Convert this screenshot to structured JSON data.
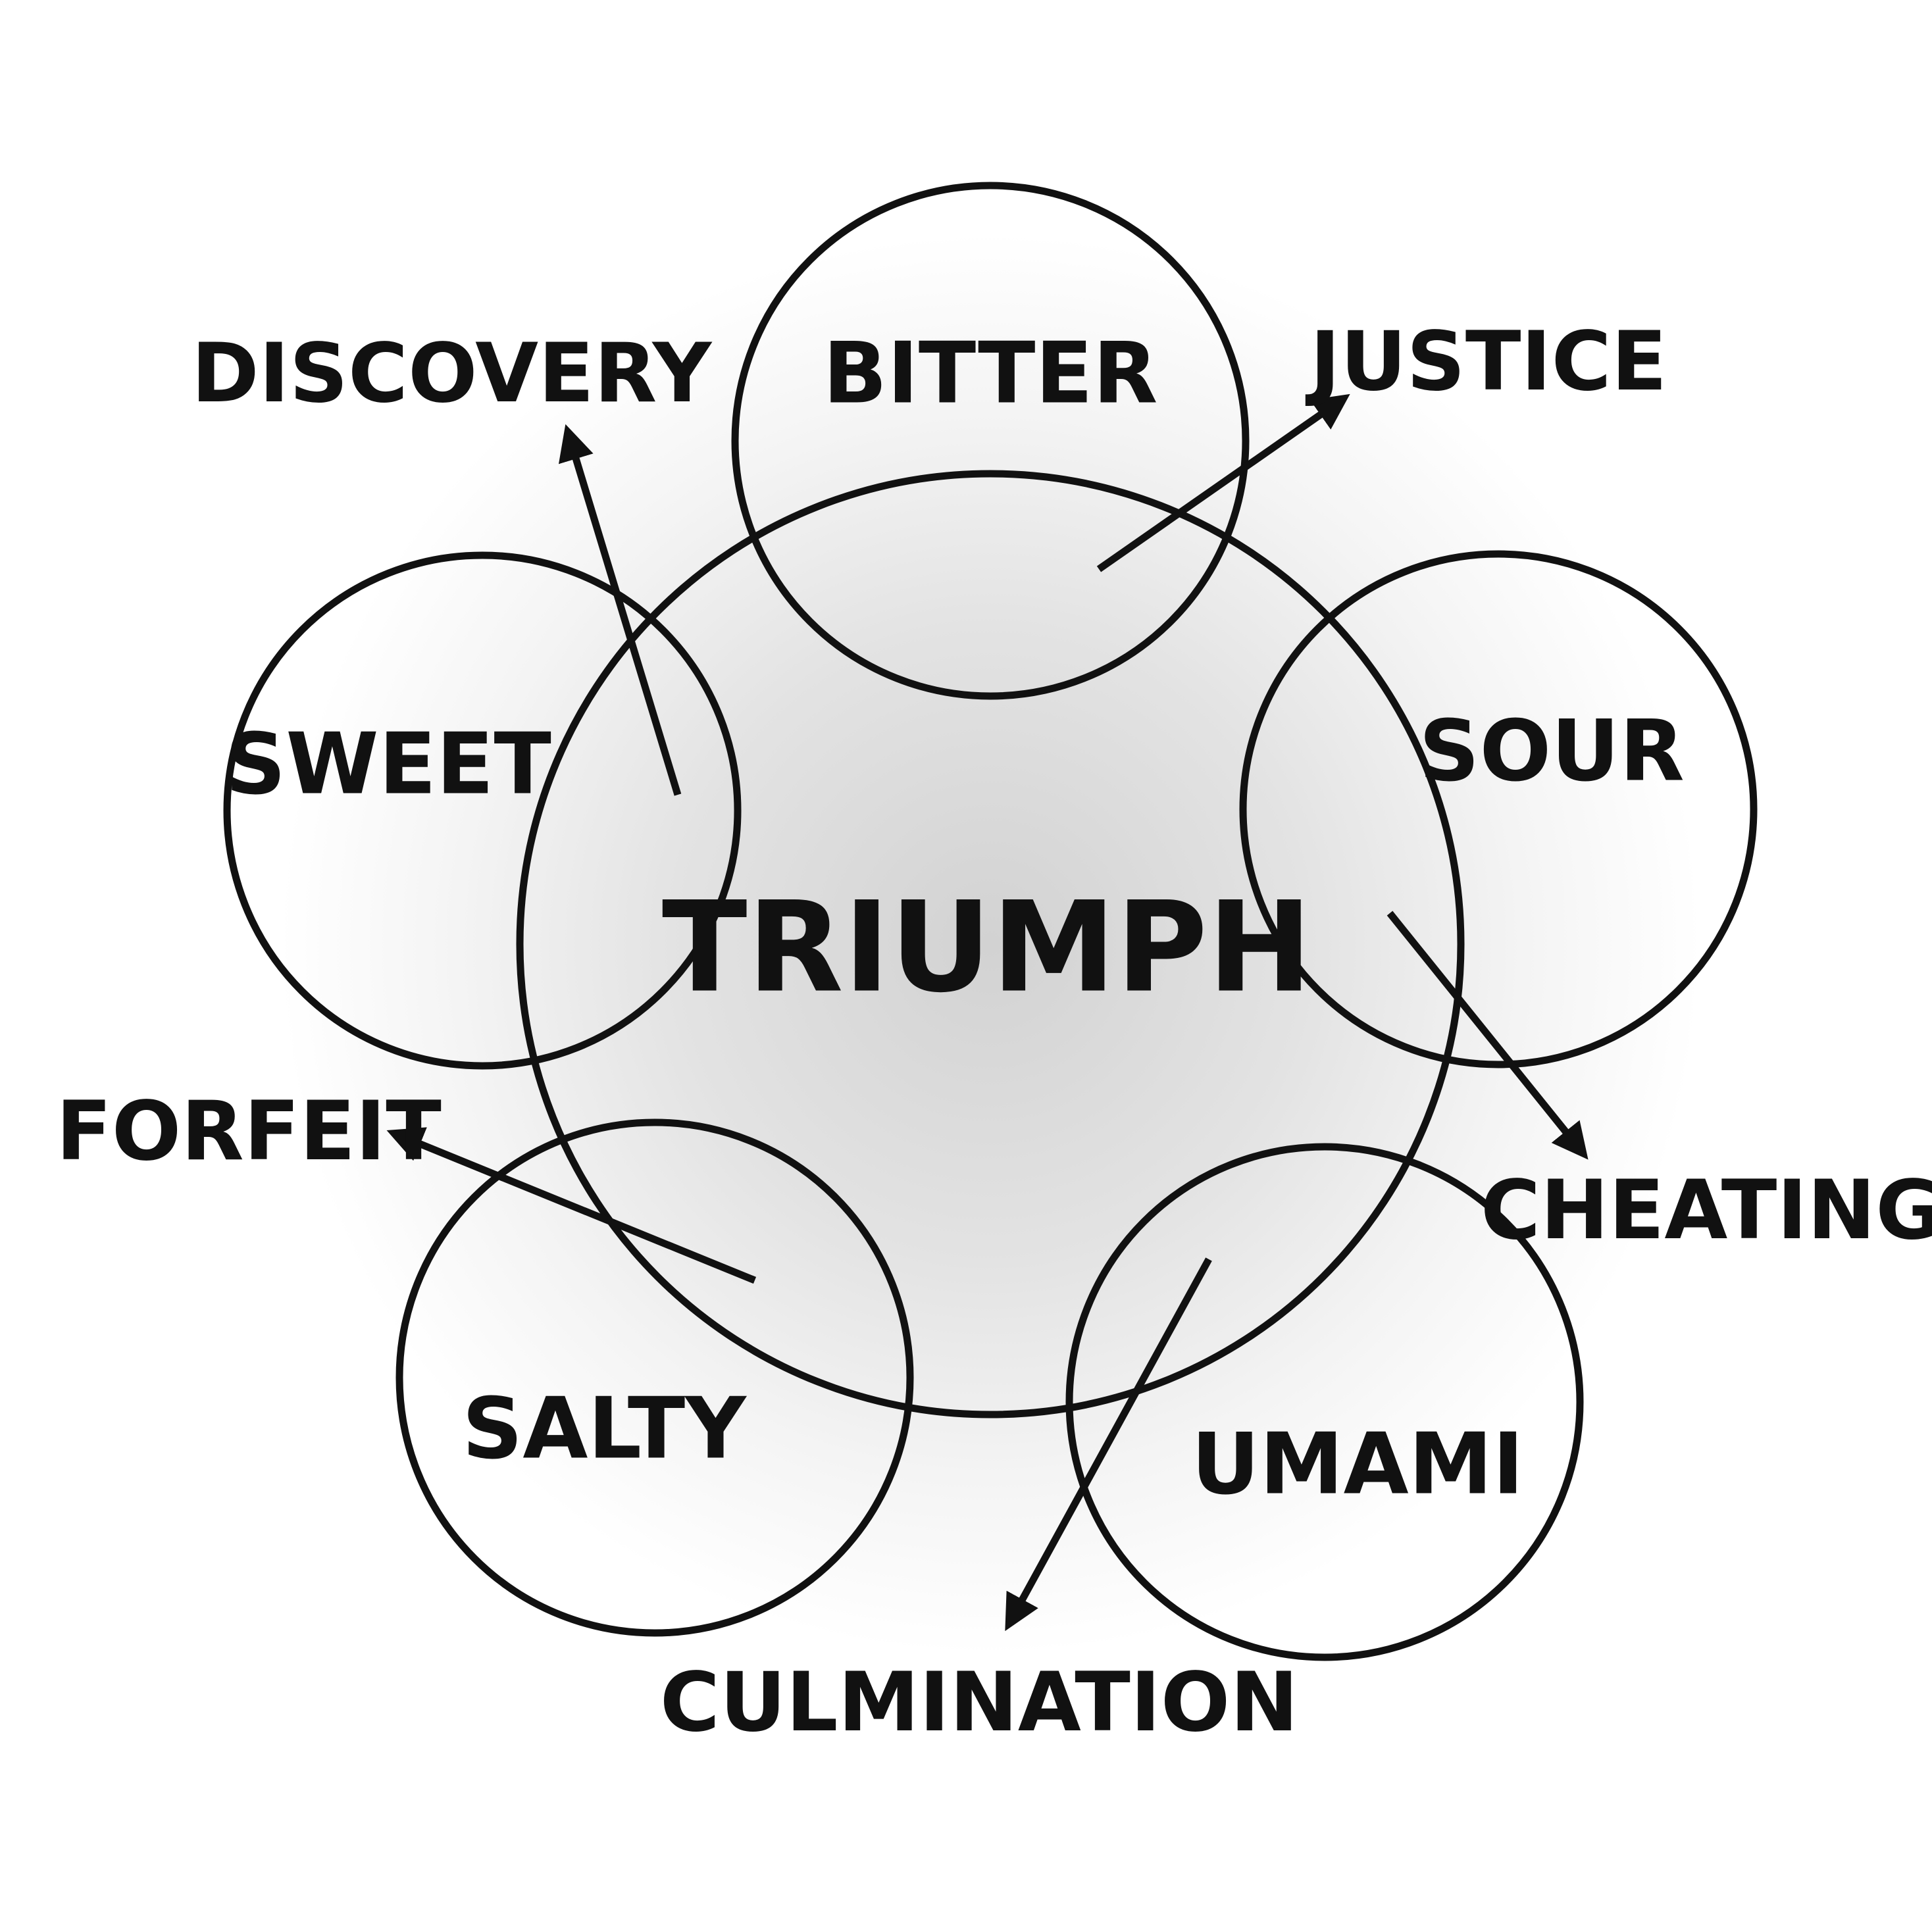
{
  "diagram": {
    "center_label": "TRIUMPH",
    "tastes": [
      {
        "id": "bitter",
        "label": "BITTER"
      },
      {
        "id": "sour",
        "label": "SOUR"
      },
      {
        "id": "umami",
        "label": "UMAMI"
      },
      {
        "id": "salty",
        "label": "SALTY"
      },
      {
        "id": "sweet",
        "label": "SWEET"
      }
    ],
    "outcomes": [
      {
        "id": "discovery",
        "label": "DISCOVERY"
      },
      {
        "id": "justice",
        "label": "JUSTICE"
      },
      {
        "id": "cheating",
        "label": "CHEATING"
      },
      {
        "id": "culmination",
        "label": "CULMINATION"
      },
      {
        "id": "forfeit",
        "label": "FORFEIT"
      }
    ],
    "colors": {
      "stroke": "#111111",
      "text": "#111111",
      "glow_center": "#d4d4d4",
      "background": "#ffffff"
    }
  }
}
